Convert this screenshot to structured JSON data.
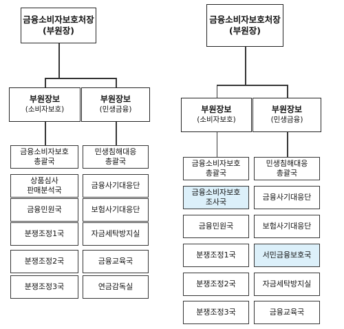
{
  "left_chart": {
    "top": {
      "line1": "금융소비자보호처장",
      "line2": "(부원장)"
    },
    "deputies": [
      {
        "line1": "부원장보",
        "line2": "(소비자보호)"
      },
      {
        "line1": "부원장보",
        "line2": "(민생금융)"
      }
    ],
    "columns": [
      [
        {
          "lines": [
            "금융소비자보호",
            "총괄국"
          ]
        },
        {
          "lines": [
            "상품심사",
            "판매분석국"
          ]
        },
        {
          "lines": [
            "금융민원국"
          ]
        },
        {
          "lines": [
            "분쟁조정1국"
          ]
        },
        {
          "lines": [
            "분쟁조정2국"
          ]
        },
        {
          "lines": [
            "분쟁조정3국"
          ]
        }
      ],
      [
        {
          "lines": [
            "민생침해대응",
            "총괄국"
          ]
        },
        {
          "lines": [
            "금융사기대응단"
          ]
        },
        {
          "lines": [
            "보험사기대응단"
          ]
        },
        {
          "lines": [
            "자금세탁방지실"
          ]
        },
        {
          "lines": [
            "금융교육국"
          ]
        },
        {
          "lines": [
            "연금감독실"
          ]
        }
      ]
    ]
  },
  "right_chart": {
    "top": {
      "line1": "금융소비자보호처장",
      "line2": "(부원장)"
    },
    "deputies": [
      {
        "line1": "부원장보",
        "line2": "(소비자보호)"
      },
      {
        "line1": "부원장보",
        "line2": "(민생금융)"
      }
    ],
    "columns": [
      [
        {
          "lines": [
            "금융소비자보호",
            "총괄국"
          ]
        },
        {
          "lines": [
            "금융소비자보호",
            "조사국"
          ],
          "highlight": true
        },
        {
          "lines": [
            "금융민원국"
          ]
        },
        {
          "lines": [
            "분쟁조정1국"
          ]
        },
        {
          "lines": [
            "분쟁조정2국"
          ]
        },
        {
          "lines": [
            "분쟁조정3국"
          ]
        }
      ],
      [
        {
          "lines": [
            "민생침해대응",
            "총괄국"
          ]
        },
        {
          "lines": [
            "금융사기대응단"
          ]
        },
        {
          "lines": [
            "보험사기대응단"
          ]
        },
        {
          "lines": [
            "서민금융보호국"
          ],
          "highlight": true
        },
        {
          "lines": [
            "자금세탁방지실"
          ]
        },
        {
          "lines": [
            "금융교육국"
          ]
        }
      ]
    ]
  },
  "colors": {
    "border": "#333333",
    "highlight": "#dcf0fa",
    "background": "#ffffff"
  }
}
